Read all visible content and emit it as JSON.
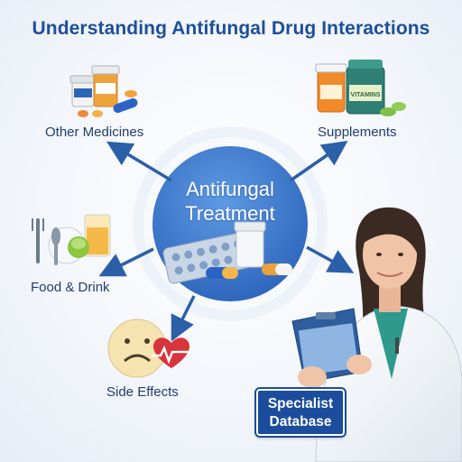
{
  "title": "Understanding Antifungal Drug Interactions",
  "center": {
    "line1": "Antifungal",
    "line2": "Treatment"
  },
  "nodes": {
    "other_medicines": "Other Medicines",
    "supplements": "Supplements",
    "food_drink": "Food & Drink",
    "side_effects": "Side Effects"
  },
  "bottle_label": "VITAMINS",
  "database_button": {
    "line1": "Specialist",
    "line2": "Database"
  },
  "colors": {
    "title": "#1d4f9a",
    "arrow": "#2b5fa8",
    "center_circle": "#3d7bd0",
    "button": "#1b4d9c"
  }
}
